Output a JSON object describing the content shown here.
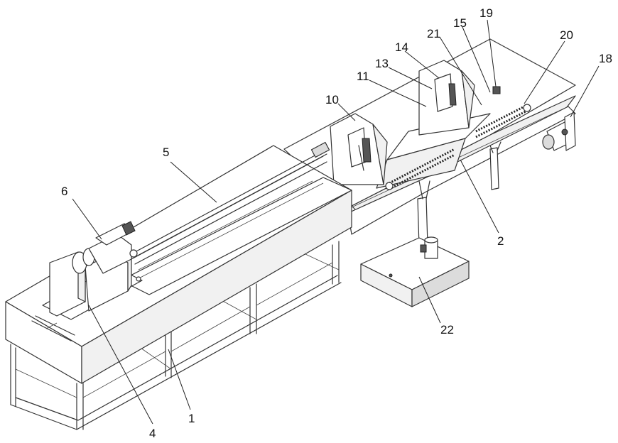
{
  "figure": {
    "labels": {
      "l1": "1",
      "l2": "2",
      "l4": "4",
      "l5": "5",
      "l6": "6",
      "l10": "10",
      "l11": "11",
      "l13": "13",
      "l14": "14",
      "l15": "15",
      "l18": "18",
      "l19": "19",
      "l20": "20",
      "l21": "21",
      "l22": "22"
    }
  }
}
